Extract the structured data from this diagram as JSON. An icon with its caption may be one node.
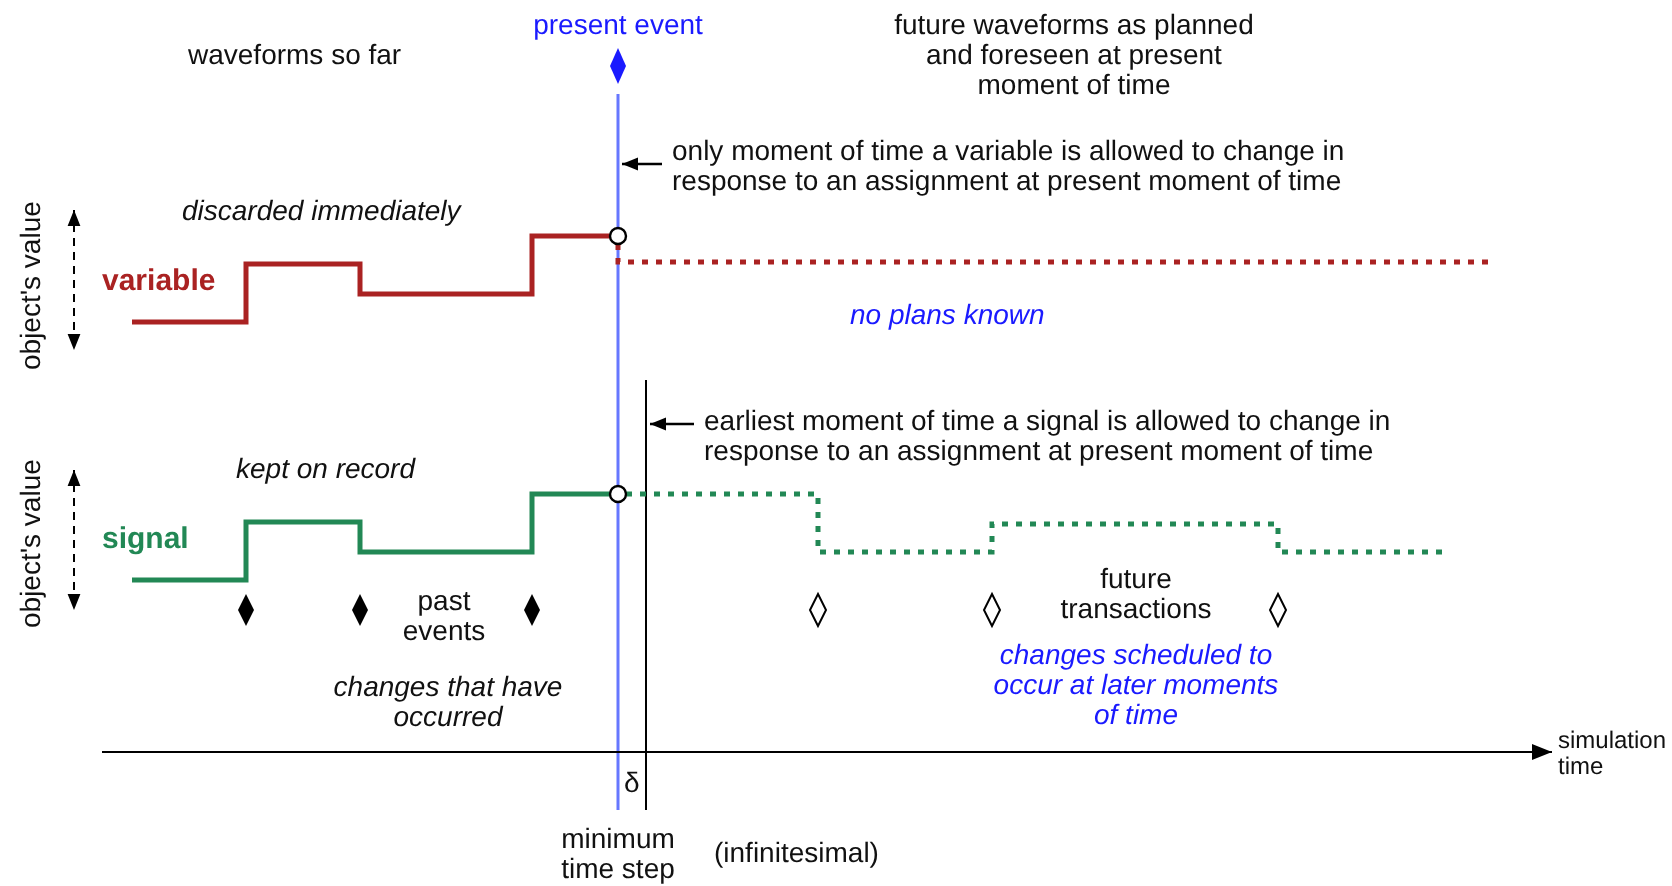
{
  "diagram": {
    "nodes": [
      {
        "text": [
          "only moment of time a variable is allowed to change in response to an assignment at present moment of time"
        ]
      },
      {
        "text": [
          "earliest moment of time a signal is allowed to change in response to an assignment at present moment of time"
        ]
      }
    ],
    "edges": [
      {
        "from": 0,
        "to": null,
        "arrow": "to"
      },
      {
        "from": 1,
        "to": null,
        "arrow": "to"
      }
    ],
    "labels": [
      "present event",
      "waveforms so far",
      "future waveforms as planned and foreseen at present moment of time",
      "discarded immediately",
      "object's value",
      "variable",
      "no plans known",
      "kept on record",
      "object's value",
      "signal",
      "past events",
      "future transactions",
      "changes that have occurred",
      "changes scheduled to occur at later moments of time",
      "simulation time",
      "δ",
      "minimum time step",
      "(infinitesimal)"
    ]
  }
}
